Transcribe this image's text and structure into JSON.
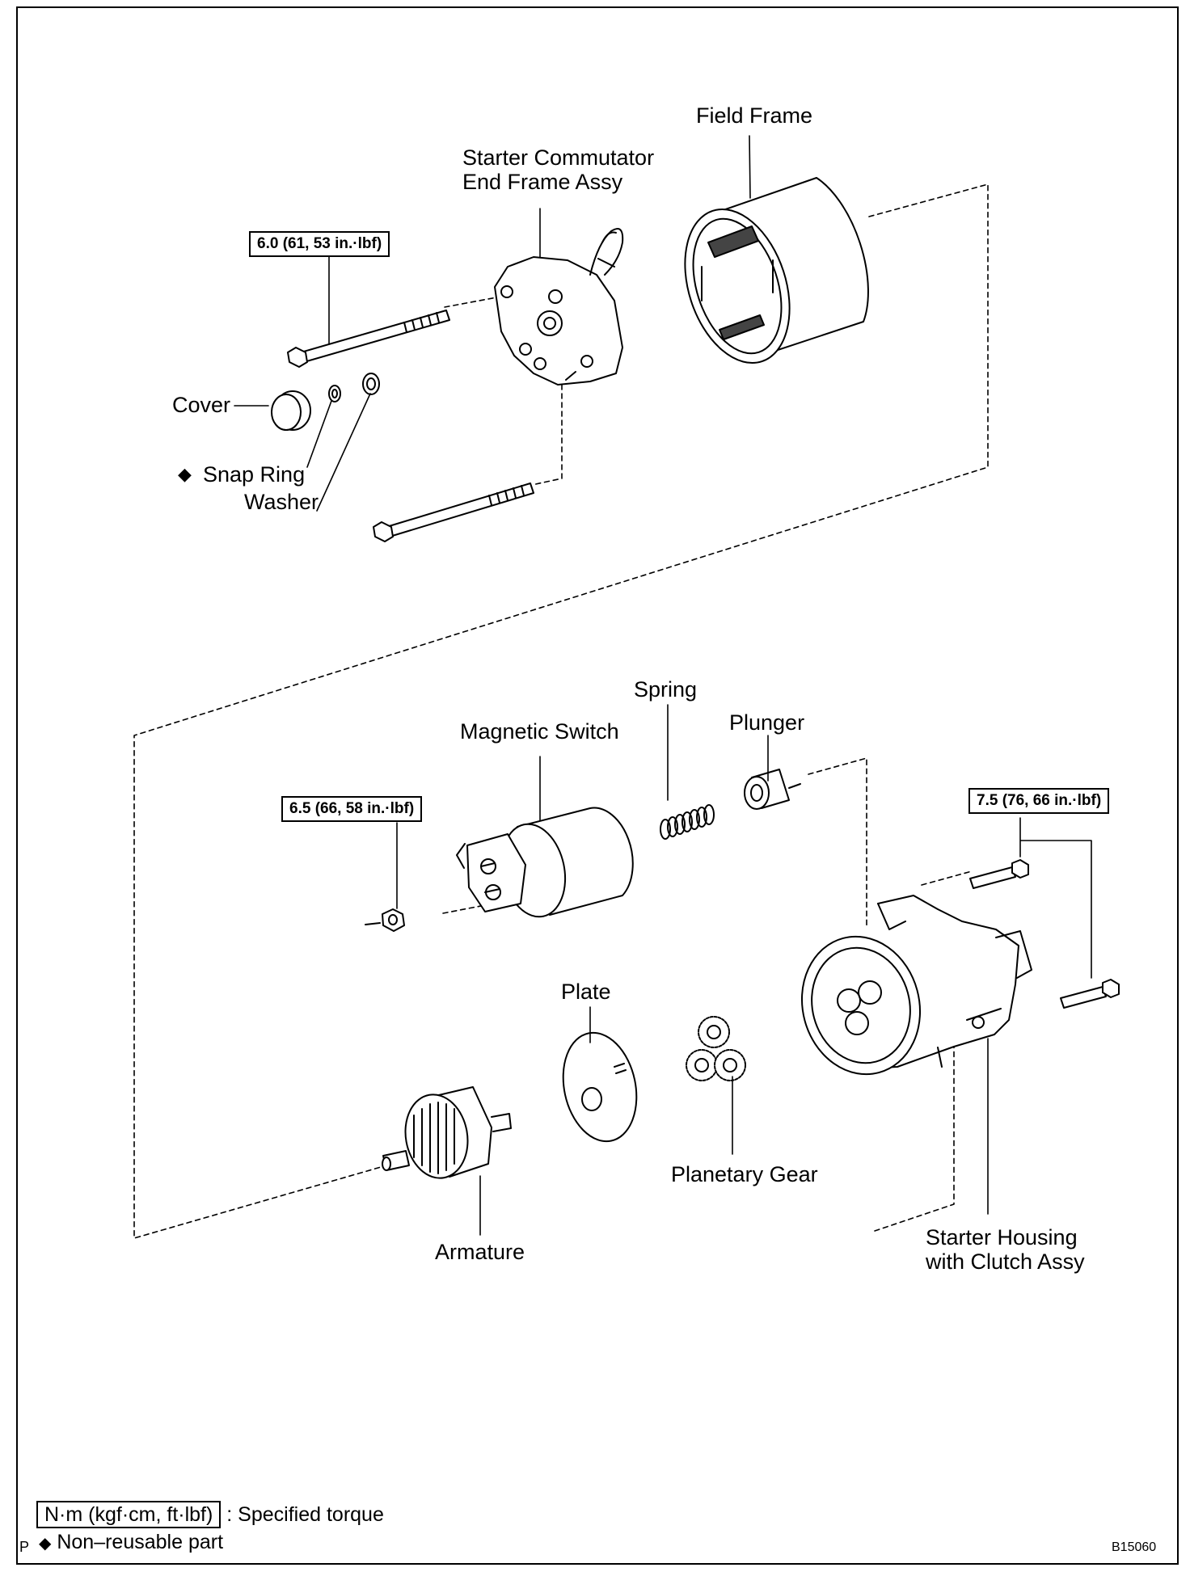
{
  "parts": {
    "field_frame": "Field Frame",
    "commutator_end_frame_l1": "Starter Commutator",
    "commutator_end_frame_l2": "End Frame Assy",
    "cover": "Cover",
    "snap_ring": "Snap Ring",
    "washer": "Washer",
    "spring": "Spring",
    "plunger": "Plunger",
    "magnetic_switch": "Magnetic Switch",
    "plate": "Plate",
    "planetary_gear": "Planetary Gear",
    "armature": "Armature",
    "starter_housing_l1": "Starter Housing",
    "starter_housing_l2": "with Clutch Assy"
  },
  "torques": {
    "through_bolt": "6.0 (61, 53 in.·lbf)",
    "magnetic_switch_nut": "6.5 (66, 58 in.·lbf)",
    "housing_bolts": "7.5 (76, 66 in.·lbf)"
  },
  "legend": {
    "torque_unit": "N·m (kgf·cm, ft·lbf)",
    "torque_desc": ": Specified torque",
    "non_reusable_marker": "◆",
    "non_reusable_desc": "Non–reusable part"
  },
  "footer": {
    "corner_letter": "P",
    "figure_code": "B15060"
  }
}
